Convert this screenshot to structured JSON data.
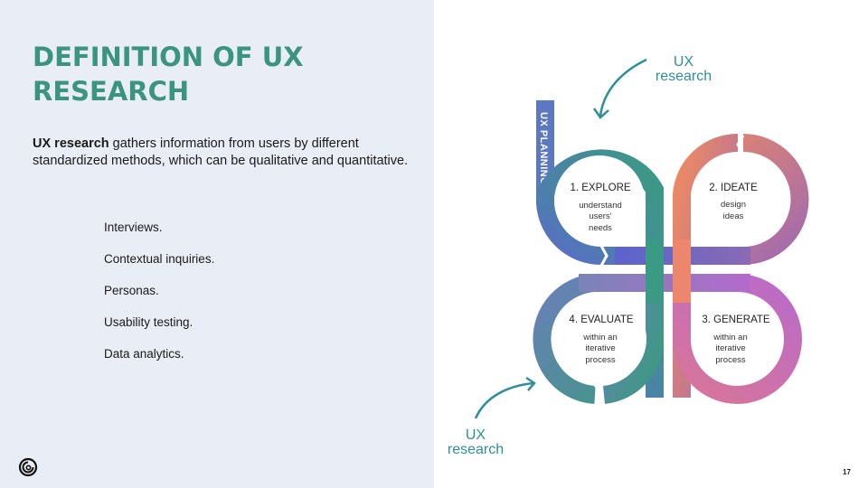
{
  "slide": {
    "title": "DEFINITION OF UX RESEARCH",
    "description": {
      "bold_term": "UX research",
      "text": " gathers information from users by different standardized methods, which can be qualitative and quantitative."
    },
    "methods": [
      "Interviews.",
      "Contextual inquiries.",
      "Personas.",
      "Usability testing.",
      "Data analytics."
    ],
    "page_number": "17",
    "logo_icon": "swirl-logo-icon"
  },
  "diagram": {
    "side_label": "UX PLANNING",
    "top_annotation": [
      "UX",
      "research"
    ],
    "bottom_annotation": [
      "UX",
      "research"
    ],
    "annotation_color": "#2e8f9a",
    "stages": [
      {
        "title": "1. EXPLORE",
        "lines": [
          "understand",
          "users'",
          "needs"
        ]
      },
      {
        "title": "2. IDEATE",
        "lines": [
          "design",
          "ideas"
        ]
      },
      {
        "title": "3. GENERATE",
        "lines": [
          "within an",
          "iterative",
          "process"
        ]
      },
      {
        "title": "4. EVALUATE",
        "lines": [
          "within an",
          "iterative",
          "process"
        ]
      }
    ],
    "colors": {
      "planning": "#5b78c0",
      "explore_start": "#5a6cc8",
      "explore_end": "#3b9a84",
      "ideate_start": "#ee8a62",
      "ideate_end": "#a06ab0",
      "generate_start": "#b76acc",
      "generate_end": "#e0788c",
      "evaluate_start": "#5f7fb0",
      "evaluate_end": "#3a9a80"
    }
  }
}
